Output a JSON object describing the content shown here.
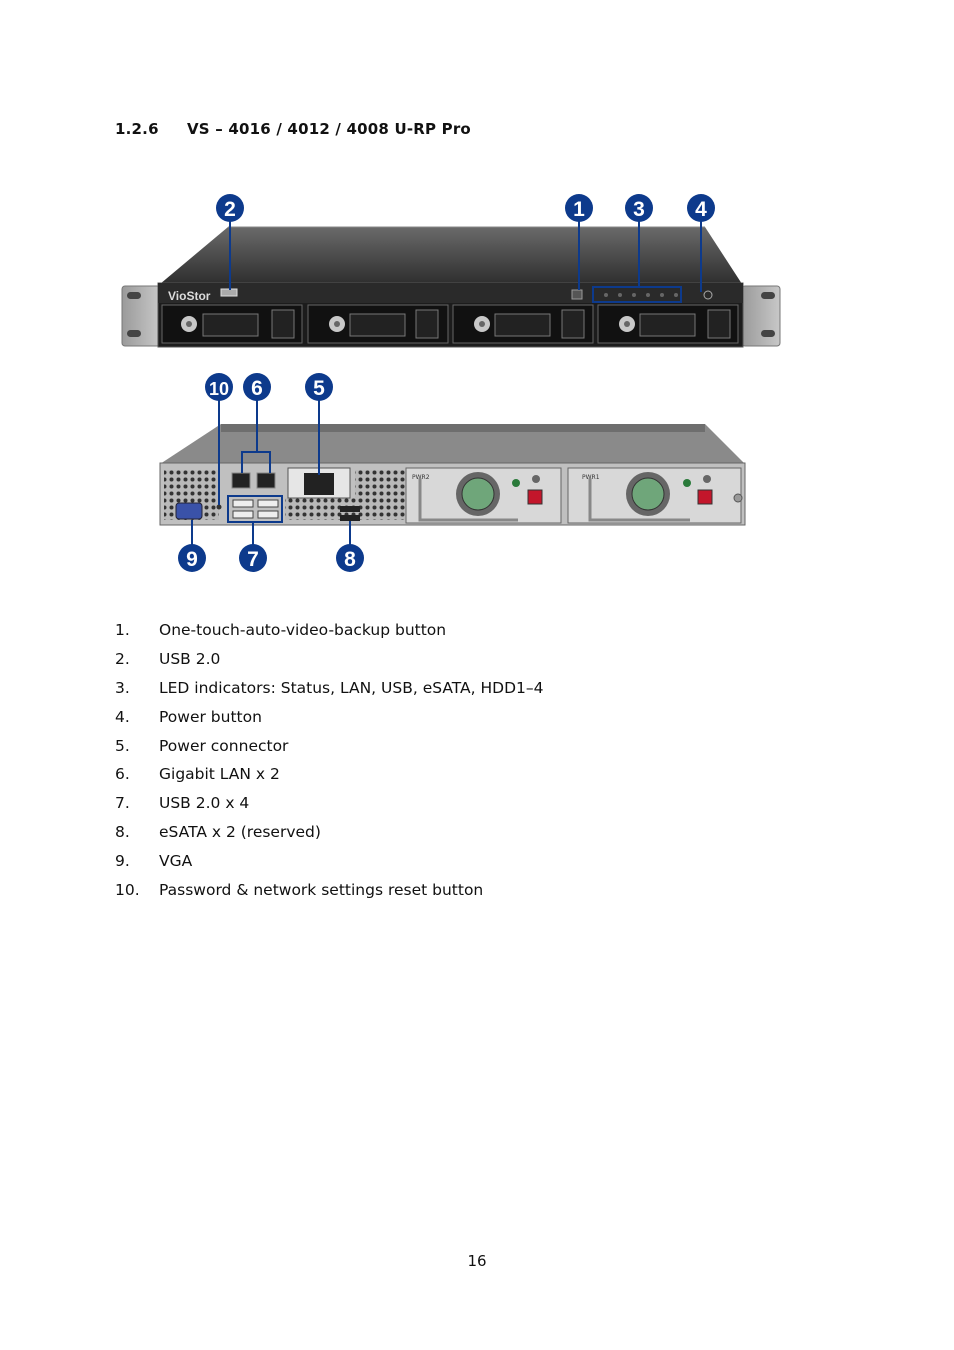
{
  "section": {
    "number": "1.2.6",
    "title": "VS – 4016 / 4012 / 4008 U-RP Pro"
  },
  "figure": {
    "front_brand": "VioStor",
    "psu_labels": [
      "PWR2",
      "PWR1"
    ],
    "callout_color": "#0d3a8c",
    "callouts_front": [
      "2",
      "1",
      "3",
      "4"
    ],
    "callouts_back": [
      "10",
      "6",
      "5",
      "9",
      "7",
      "8"
    ]
  },
  "legend": [
    {
      "num": "1.",
      "text": "One-touch-auto-video-backup button"
    },
    {
      "num": "2.",
      "text": "USB 2.0"
    },
    {
      "num": "3.",
      "text": "LED indicators: Status, LAN, USB, eSATA, HDD1–4"
    },
    {
      "num": "4.",
      "text": "Power button"
    },
    {
      "num": "5.",
      "text": "Power connector"
    },
    {
      "num": "6.",
      "text": "Gigabit LAN x 2"
    },
    {
      "num": "7.",
      "text": "USB 2.0 x 4"
    },
    {
      "num": "8.",
      "text": "eSATA x 2 (reserved)"
    },
    {
      "num": "9.",
      "text": "VGA"
    },
    {
      "num": "10.",
      "text": "Password & network settings reset button"
    }
  ],
  "page_number": "16"
}
